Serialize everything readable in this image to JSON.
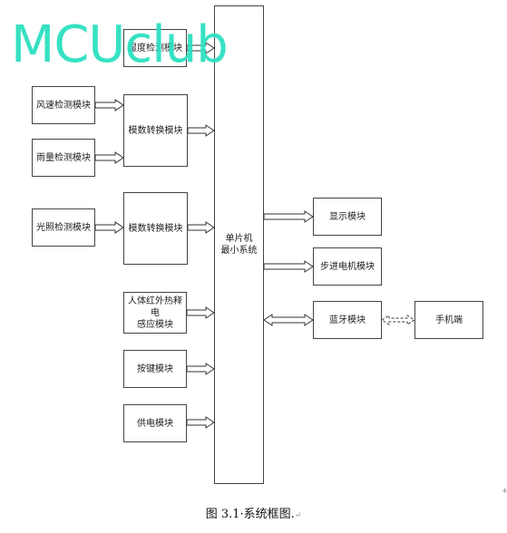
{
  "watermark": "MCUclub",
  "blocks": {
    "humidity": "湿度检测模块",
    "wind": "风速检测模块",
    "rain": "雨量检测模块",
    "adc1": "模数转换模块",
    "light": "光照检测模块",
    "adc2": "模数转换模块",
    "pir": "人体红外热释电\n感应模块",
    "key": "按键模块",
    "power": "供电模块",
    "mcu": "单片机\n最小系统",
    "display": "显示模块",
    "stepper": "步进电机模块",
    "bluetooth": "蓝牙模块",
    "phone": "手机端"
  },
  "caption": {
    "text": "图 3.1·系统框图.",
    "mark": "↵"
  },
  "corner_mark": "+"
}
